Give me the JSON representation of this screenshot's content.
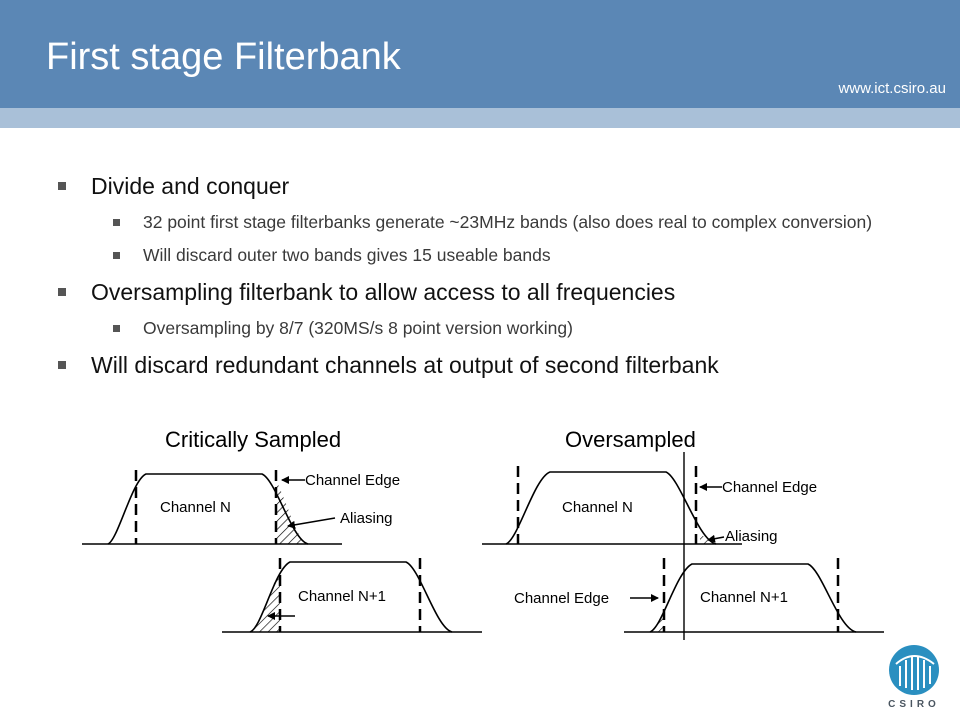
{
  "slide": {
    "title": "First stage Filterbank",
    "url": "www.ict.csiro.au"
  },
  "bullets": [
    {
      "text": "Divide and conquer",
      "sub": [
        "32 point first stage filterbanks generate ~23MHz bands (also does real to complex conversion)",
        "Will discard outer two bands gives 15 useable bands"
      ]
    },
    {
      "text": "Oversampling filterbank to allow access to all frequencies",
      "sub": [
        "Oversampling by 8/7 (320MS/s 8 point version working)"
      ]
    },
    {
      "text": "Will discard redundant channels at output of second filterbank",
      "sub": []
    }
  ],
  "diagram": {
    "left_title": "Critically Sampled",
    "right_title": "Oversampled",
    "left_channel_n": "Channel N",
    "left_channel_edge": "Channel Edge",
    "left_aliasing": "Aliasing",
    "left_channel_n1": "Channel N+1",
    "right_channel_n": "Channel N",
    "right_channel_edge_top": "Channel Edge",
    "right_aliasing": "Aliasing",
    "right_channel_edge_bottom": "Channel Edge",
    "right_channel_n1": "Channel N+1"
  },
  "logo": {
    "text": "CSIRO"
  }
}
